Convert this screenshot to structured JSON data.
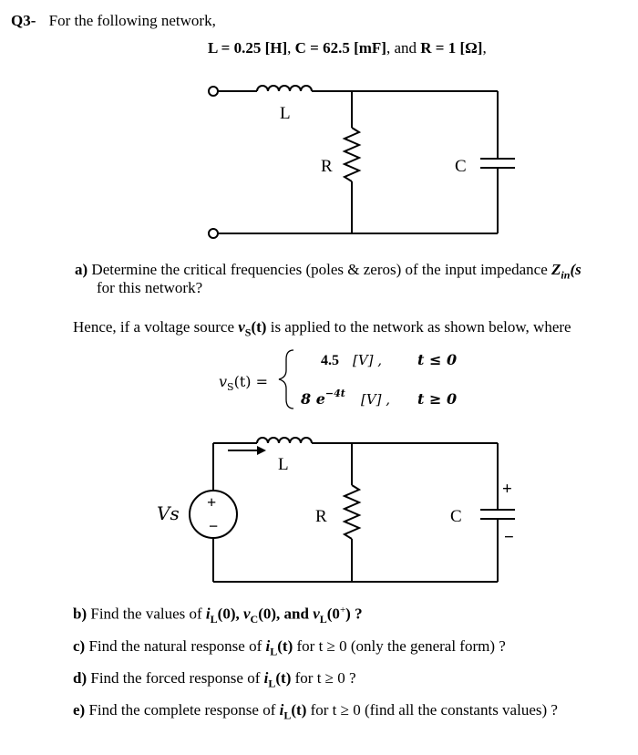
{
  "question": {
    "number": "Q3-",
    "intro": "For the following network,",
    "params": {
      "L": "L = 0.25 [H]",
      "C": "C = 62.5 [mF]",
      "and": ", and",
      "R": "R = 1 [Ω]",
      "end": ","
    }
  },
  "circuit1": {
    "L": "L",
    "R": "R",
    "C": "C"
  },
  "part_a": {
    "label": "a)",
    "text": "Determine the critical frequencies (poles & zeros) of the input impedance",
    "symbol": "Z",
    "sub": "in",
    "cut": "(s",
    "line2": "for this network?"
  },
  "hence": {
    "pre": "Hence, if a voltage source",
    "vs": "v",
    "vs_sub": "S",
    "vs_t": "(t)",
    "post": "is applied to the network as shown below, where"
  },
  "source": {
    "lhs": "v",
    "lhs_sub": "S",
    "lhs_rest": "(t) =",
    "case1_val": "4.5",
    "case1_unit": "[V] ,",
    "case1_cond": "t ≤ 0",
    "case2_val": "8 e",
    "case2_exp": "−4t",
    "case2_unit": "[V] ,",
    "case2_cond": "t ≥ 0"
  },
  "circuit2": {
    "L": "L",
    "R": "R",
    "C": "C",
    "Vs": "Vs",
    "plus": "+",
    "minus": "−"
  },
  "parts": [
    {
      "label": "b)",
      "pre": "Find the values of",
      "sym1": "i",
      "sub1": "L",
      "arg1": "(0),",
      "sym2": "v",
      "sub2": "C",
      "arg2": "(0), and",
      "sym3": "v",
      "sub3": "L",
      "arg3": "(0",
      "sup3": "+",
      "end3": ") ?"
    },
    {
      "label": "c)",
      "pre": "Find the natural response of",
      "sym": "i",
      "sub": "L",
      "arg": "(t)",
      "post": "for t ≥ 0 (only the general form) ?"
    },
    {
      "label": "d)",
      "pre": "Find the forced response of",
      "sym": "i",
      "sub": "L",
      "arg": "(t)",
      "post": "for t ≥ 0 ?"
    },
    {
      "label": "e)",
      "pre": "Find the complete response of",
      "sym": "i",
      "sub": "L",
      "arg": "(t)",
      "post": "for t ≥ 0 (find all the constants values) ?"
    }
  ]
}
